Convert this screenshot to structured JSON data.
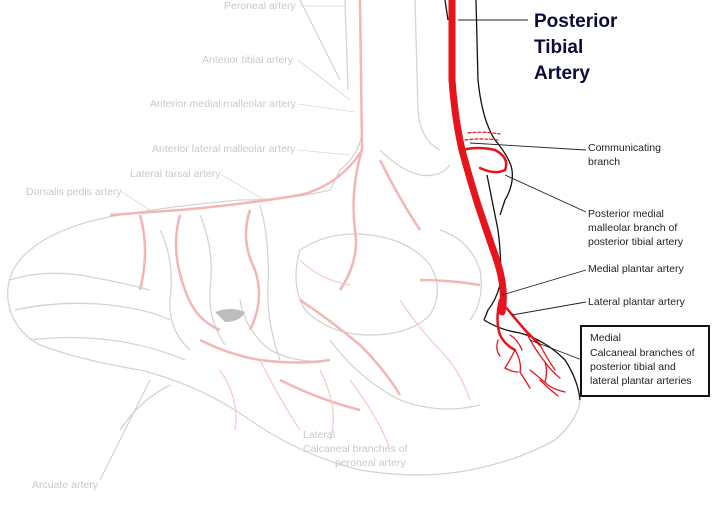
{
  "title": {
    "line1": "Posterior",
    "line2": "Tibial",
    "line3": "Artery"
  },
  "colors": {
    "artery": "#e8131b",
    "faded_artery": "#f4b5b5",
    "faded_bone": "#cfcfcf",
    "leader": "#222222",
    "faded_text": "#c9c9c9"
  },
  "faded_labels": {
    "peroneal": "Peroneal artery",
    "anterior_tibial": "Anterior tibial artery",
    "anterior_medial_malleolar": "Anterior medial malleolar artery",
    "anterior_lateral_malleolar": "Anterior lateral malleolar artery",
    "lateral_tarsal": "Lateral tarsal artery",
    "dorsalis_pedis": "Dorsalis pedis artery",
    "lateral_calcaneal_1": "Lateral",
    "lateral_calcaneal_2": "Calcaneal branches of",
    "lateral_calcaneal_3": "peroneal artery",
    "arcuate": "Arcuate artery"
  },
  "labels": {
    "communicating_1": "Communicating",
    "communicating_2": "branch",
    "post_medial_1": "Posterior medial",
    "post_medial_2": "malleolar branch of",
    "post_medial_3": "posterior tibial artery",
    "medial_plantar": "Medial plantar artery",
    "lateral_plantar": "Lateral plantar artery"
  },
  "boxed_label": {
    "line1": "Medial",
    "line2": "Calcaneal branches of",
    "line3": "posterior tibial and",
    "line4": "lateral plantar arteries"
  }
}
